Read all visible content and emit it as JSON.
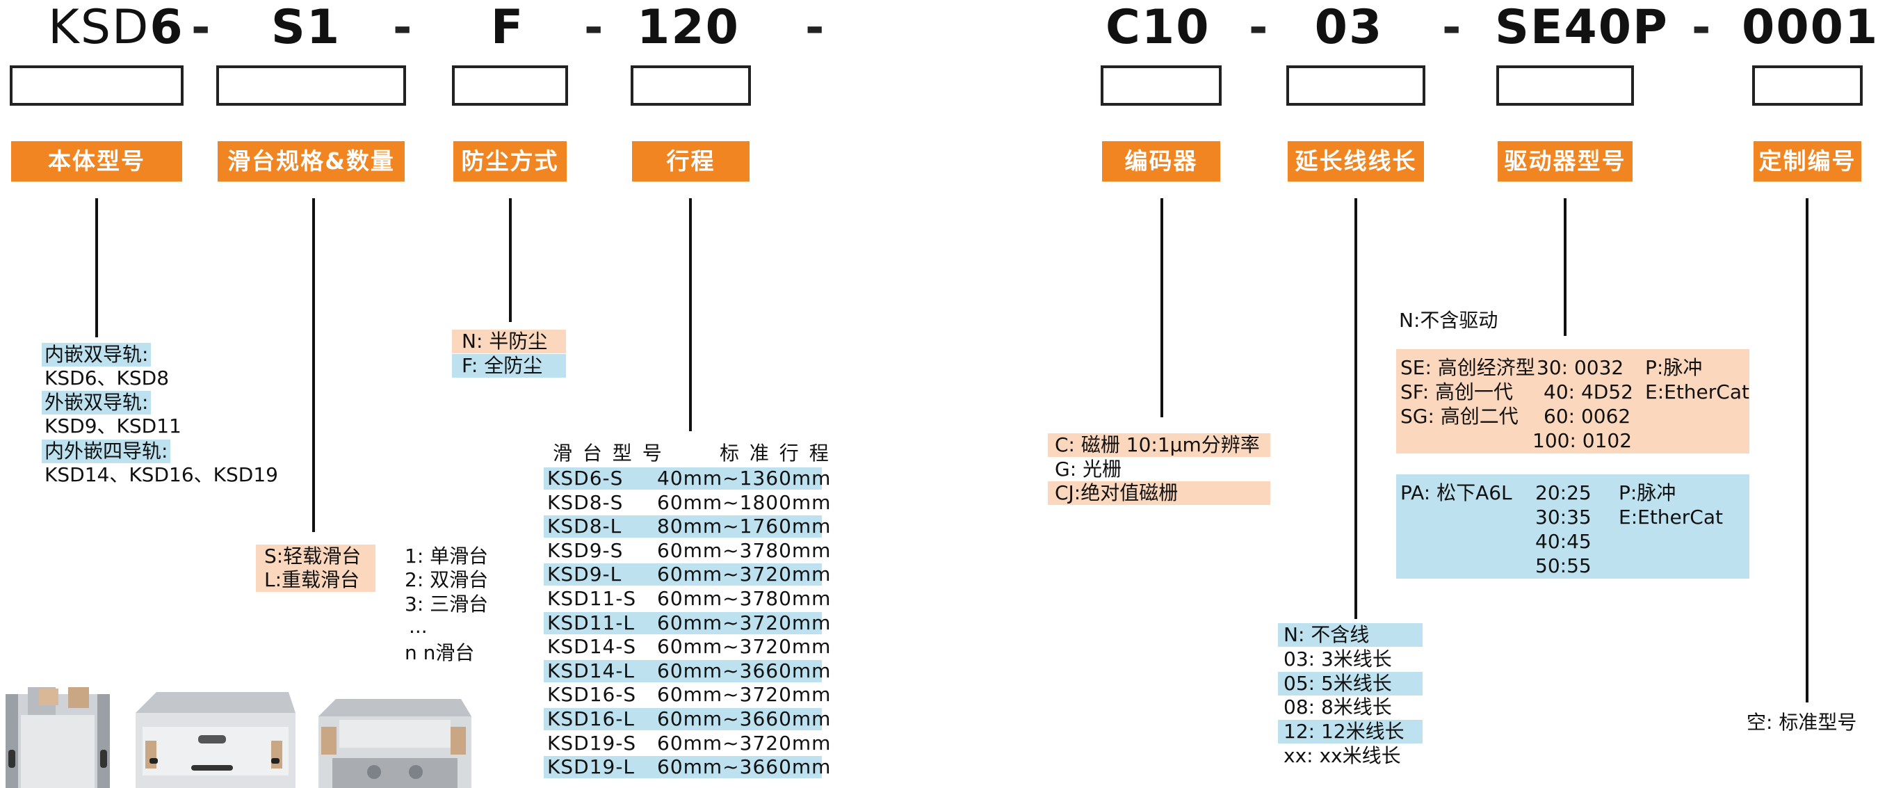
{
  "codes": {
    "c1_prefix": "KSD",
    "c1_num": "6",
    "c2": "S1",
    "c3": "F",
    "c4": "120",
    "c5": "C10",
    "c6": "03",
    "c7": "SE40P",
    "c8": "0001",
    "dash": "-"
  },
  "headers": {
    "h1": "本体型号",
    "h2": "滑台规格&数量",
    "h3": "防尘方式",
    "h4": "行程",
    "h5": "编码器",
    "h6": "延长线线长",
    "h7": "驱动器型号",
    "h8": "定制编号"
  },
  "body_model": {
    "g1_label": "内嵌双导轨:",
    "g1_val": "KSD6、KSD8",
    "g2_label": "外嵌双导轨:",
    "g2_val": "KSD9、KSD11",
    "g3_label": "内外嵌四导轨:",
    "g3_val": "KSD14、KSD16、KSD19"
  },
  "slide_spec": {
    "s_light": "S:轻载滑台",
    "s_heavy": "L:重载滑台",
    "q1": "1: 单滑台",
    "q2": "2: 双滑台",
    "q3": "3: 三滑台",
    "q_dots": "...",
    "qn": "n  n滑台"
  },
  "dust": {
    "n": "N: 半防尘",
    "f": "F: 全防尘"
  },
  "stroke": {
    "col1": "滑 台 型 号",
    "col2": "标 准 行 程",
    "rows": [
      {
        "model": "KSD6-S",
        "range": "40mm~1360mm"
      },
      {
        "model": "KSD8-S",
        "range": "60mm~1800mm"
      },
      {
        "model": "KSD8-L",
        "range": "80mm~1760mm"
      },
      {
        "model": "KSD9-S",
        "range": "60mm~3780mm"
      },
      {
        "model": "KSD9-L",
        "range": "60mm~3720mm"
      },
      {
        "model": "KSD11-S",
        "range": "60mm~3780mm"
      },
      {
        "model": "KSD11-L",
        "range": "60mm~3720mm"
      },
      {
        "model": "KSD14-S",
        "range": "60mm~3720mm"
      },
      {
        "model": "KSD14-L",
        "range": "60mm~3660mm"
      },
      {
        "model": "KSD16-S",
        "range": "60mm~3720mm"
      },
      {
        "model": "KSD16-L",
        "range": "60mm~3660mm"
      },
      {
        "model": "KSD19-S",
        "range": "60mm~3720mm"
      },
      {
        "model": "KSD19-L",
        "range": "60mm~3660mm"
      }
    ]
  },
  "encoder": {
    "c": "C: 磁栅  10:1μm分辨率",
    "g": "G: 光栅",
    "cj": "CJ:绝对值磁栅"
  },
  "cable": {
    "rows": [
      "N: 不含线",
      "03: 3米线长",
      "05: 5米线长",
      "08: 8米线长",
      "12: 12米线长",
      "xx: xx米线长"
    ]
  },
  "driver": {
    "none": "N:不含驱动",
    "se": "SE: 高创经济型",
    "sf": "SF: 高创一代",
    "sg": "SG: 高创二代",
    "se_p30": "30: 0032",
    "se_p40": "40: 4D52",
    "se_p60": "60: 0062",
    "se_p100": "100: 0102",
    "se_c1": "P:脉冲",
    "se_c2": "E:EtherCat",
    "pa": "PA: 松下A6L",
    "pa_p1": "20:25",
    "pa_p2": "30:35",
    "pa_p3": "40:45",
    "pa_p4": "50:55",
    "pa_c1": "P:脉冲",
    "pa_c2": "E:EtherCat"
  },
  "custom": {
    "empty": "空: 标准型号"
  },
  "colors": {
    "header_orange": "#f08522",
    "peach": "#fbd8bd",
    "blue": "#bde1ef"
  }
}
